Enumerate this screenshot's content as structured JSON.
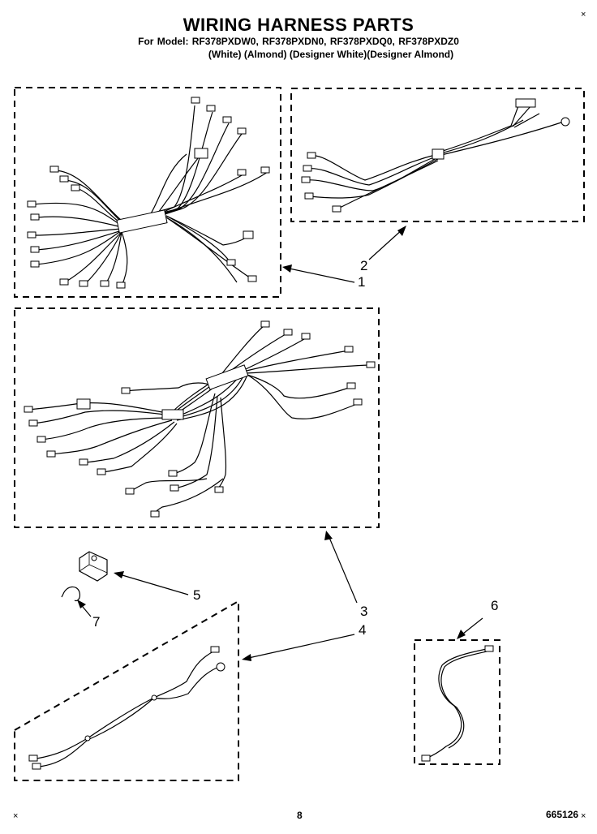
{
  "header": {
    "title": "WIRING HARNESS PARTS",
    "models": "For Model: RF378PXDW0, RF378PXDN0, RF378PXDQ0, RF378PXDZ0",
    "variants": "(White)    (Almond) (Designer White)(Designer Almond)"
  },
  "corners": {
    "tr": "×",
    "bl": "×",
    "br": "×"
  },
  "callouts": [
    "1",
    "2",
    "3",
    "4",
    "5",
    "6",
    "7"
  ],
  "footer": {
    "page": "8",
    "doc": "665126"
  }
}
